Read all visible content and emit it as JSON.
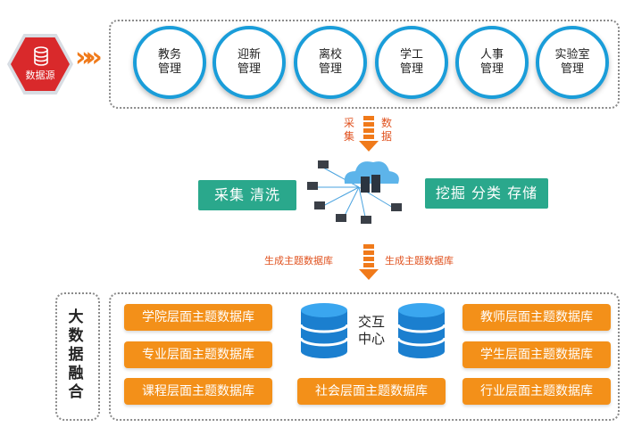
{
  "source": {
    "label": "数据源",
    "icon": "database-icon"
  },
  "sources": [
    {
      "line1": "教务",
      "line2": "管理"
    },
    {
      "line1": "迎新",
      "line2": "管理"
    },
    {
      "line1": "离校",
      "line2": "管理"
    },
    {
      "line1": "学工",
      "line2": "管理"
    },
    {
      "line1": "人事",
      "line2": "管理"
    },
    {
      "line1": "实验室",
      "line2": "管理"
    }
  ],
  "collect_arrow": {
    "left": [
      "采",
      "集"
    ],
    "right": [
      "数",
      "据"
    ]
  },
  "process": {
    "left_tag": "采集 清洗",
    "right_tag": "挖掘 分类 存储"
  },
  "generate_arrow": {
    "left": "生成主题数据库",
    "right": "生成主题数据库"
  },
  "fusion": {
    "chars": [
      "大",
      "数",
      "据",
      "融",
      "合"
    ]
  },
  "center": {
    "line1": "交互",
    "line2": "中心"
  },
  "topics_left": [
    "学院层面主题数据库",
    "专业层面主题数据库",
    "课程层面主题数据库"
  ],
  "topic_center": "社会层面主题数据库",
  "topics_right": [
    "教师层面主题数据库",
    "学生层面主题数据库",
    "行业层面主题数据库"
  ],
  "colors": {
    "orange": "#f39019",
    "blue": "#1a9dd9",
    "green": "#2aa88c",
    "red": "#d9292b"
  }
}
